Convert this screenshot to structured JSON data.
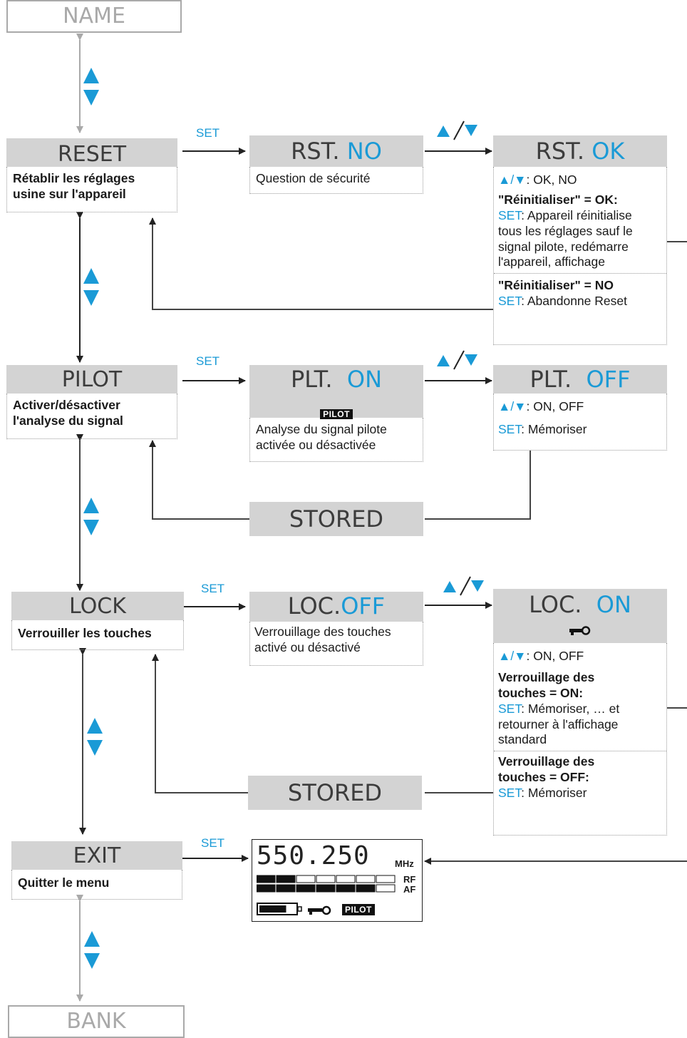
{
  "colors": {
    "accent": "#1a9ad6",
    "header_bg": "#d3d3d3",
    "line": "#222222",
    "grey_line": "#a9a9a9"
  },
  "set": "SET",
  "menu": {
    "name": "NAME",
    "reset": {
      "title": "RESET",
      "desc1": "Rétablir les réglages",
      "desc2": "usine sur l'appareil"
    },
    "pilot": {
      "title": "PILOT",
      "desc1": "Activer/désactiver",
      "desc2": "l'analyse du signal"
    },
    "lock": {
      "title": "LOCK",
      "desc1": "Verrouiller les touches"
    },
    "exit": {
      "title": "EXIT",
      "desc1": "Quitter le menu"
    },
    "bank": "BANK"
  },
  "rst_no": {
    "prefix": "RST.",
    "value": "NO",
    "desc": "Question de sécurité"
  },
  "rst_ok": {
    "prefix": "RST.",
    "value": "OK",
    "keys": ": OK, NO",
    "ok_head": "\"Réinitialiser\" = OK:",
    "ok_set": "SET",
    "ok_text1": ": Appareil réinitialise",
    "ok_text2": "tous les réglages sauf le",
    "ok_text3": "signal pilote, redémarre",
    "ok_text4": "l'appareil, affichage",
    "no_head": "\"Réinitialiser\" = NO",
    "no_set": "SET",
    "no_text": ":  Abandonne Reset"
  },
  "plt_on": {
    "prefix": "PLT.",
    "value": "ON",
    "badge": "PILOT",
    "desc1": "Analyse du signal pilote",
    "desc2": "activée ou désactivée"
  },
  "plt_off": {
    "prefix": "PLT.",
    "value": "OFF",
    "keys": ": ON, OFF",
    "set": "SET",
    "set_text": ": Mémoriser"
  },
  "stored": "STORED",
  "loc_off": {
    "prefix": "LOC.",
    "value": "OFF",
    "desc1": "Verrouillage des touches",
    "desc2": "activé ou désactivé"
  },
  "loc_on": {
    "prefix": "LOC.",
    "value": "ON",
    "keys": ": ON, OFF",
    "on_head1": "Verrouillage des",
    "on_head2": "touches = ON:",
    "on_set": "SET",
    "on_text1": ": Mémoriser, … et",
    "on_text2": "retourner à l'affichage",
    "on_text3": "standard",
    "off_head1": "Verrouillage des",
    "off_head2": "touches = OFF:",
    "off_set": "SET",
    "off_text": ": Mémoriser"
  },
  "display": {
    "freq": "550.250",
    "unit": "MHz",
    "rf": "RF",
    "af": "AF",
    "badge": "PILOT",
    "rf_level": 0.3,
    "af_level": 0.85,
    "battery_level": 0.75
  },
  "icons": {
    "up": "triangle-up",
    "down": "triangle-down",
    "key": "key-icon",
    "slash": "up-slash-down"
  }
}
